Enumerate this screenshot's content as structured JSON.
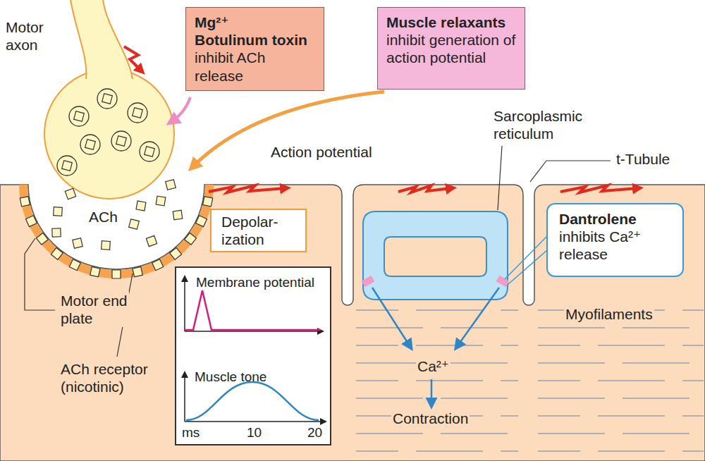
{
  "diagram": {
    "nodes": [
      {
        "text": [
          "Mg²⁺",
          "Botulinum toxin",
          "inhibit ACh release"
        ]
      },
      {
        "text": [
          "Muscle relaxants",
          "inhibit generation of action potential"
        ]
      },
      {
        "text": [
          "Depolar- ization"
        ]
      },
      {
        "text": [
          "Membrane potential",
          "Muscle tone",
          "ms",
          "10",
          "20"
        ]
      },
      {
        "text": [
          "Dantrolene",
          "inhibits Ca²⁺ release"
        ]
      }
    ],
    "labels": [
      "Motor axon",
      "Action potential",
      "Sarcoplasmic reticulum",
      "t-Tubule",
      "ACh",
      "Motor end plate",
      "ACh receptor (nicotinic)",
      "Myofilaments",
      "Ca²⁺",
      "Contraction"
    ]
  }
}
